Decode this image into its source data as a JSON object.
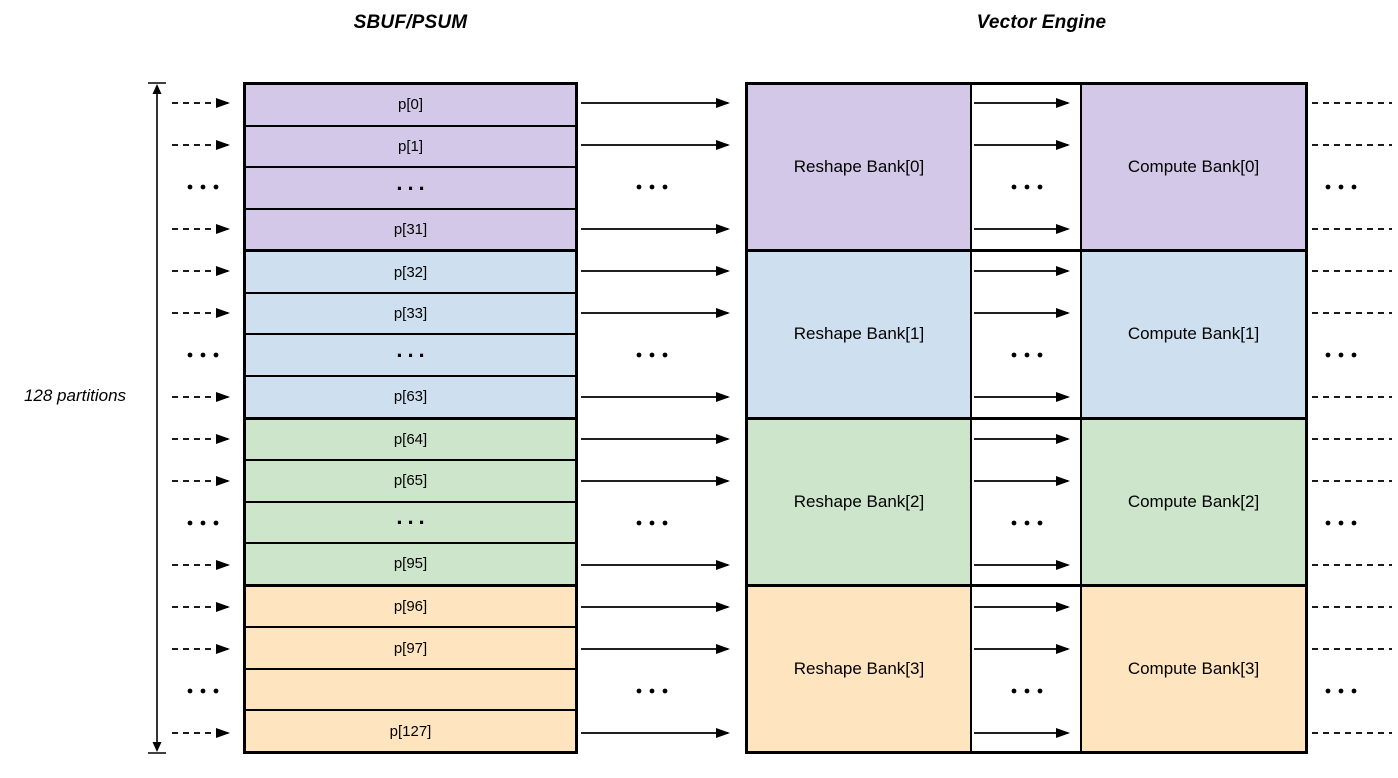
{
  "titles": {
    "left": "SBUF/PSUM",
    "right": "Vector Engine"
  },
  "side_label": "128 partitions",
  "ellipsis": "...",
  "colors": {
    "purple": "#D3C8E8",
    "blue": "#CEE0F0",
    "green": "#CCE5CB",
    "orange": "#FFE4C0",
    "line": "#000000"
  },
  "sbuf": {
    "groups": [
      {
        "color": "purple",
        "rows": [
          "p[0]",
          "p[1]",
          "...",
          "p[31]"
        ]
      },
      {
        "color": "blue",
        "rows": [
          "p[32]",
          "p[33]",
          "...",
          "p[63]"
        ]
      },
      {
        "color": "green",
        "rows": [
          "p[64]",
          "p[65]",
          "...",
          "p[95]"
        ]
      },
      {
        "color": "orange",
        "rows": [
          "p[96]",
          "p[97]",
          "",
          "p[127]"
        ]
      }
    ]
  },
  "vector_engine": {
    "banks": [
      {
        "color": "purple",
        "reshape_label": "Reshape Bank[0]",
        "compute_label": "Compute Bank[0]"
      },
      {
        "color": "blue",
        "reshape_label": "Reshape Bank[1]",
        "compute_label": "Compute Bank[1]"
      },
      {
        "color": "green",
        "reshape_label": "Reshape Bank[2]",
        "compute_label": "Compute Bank[2]"
      },
      {
        "color": "orange",
        "reshape_label": "Reshape Bank[3]",
        "compute_label": "Compute Bank[3]"
      }
    ]
  }
}
